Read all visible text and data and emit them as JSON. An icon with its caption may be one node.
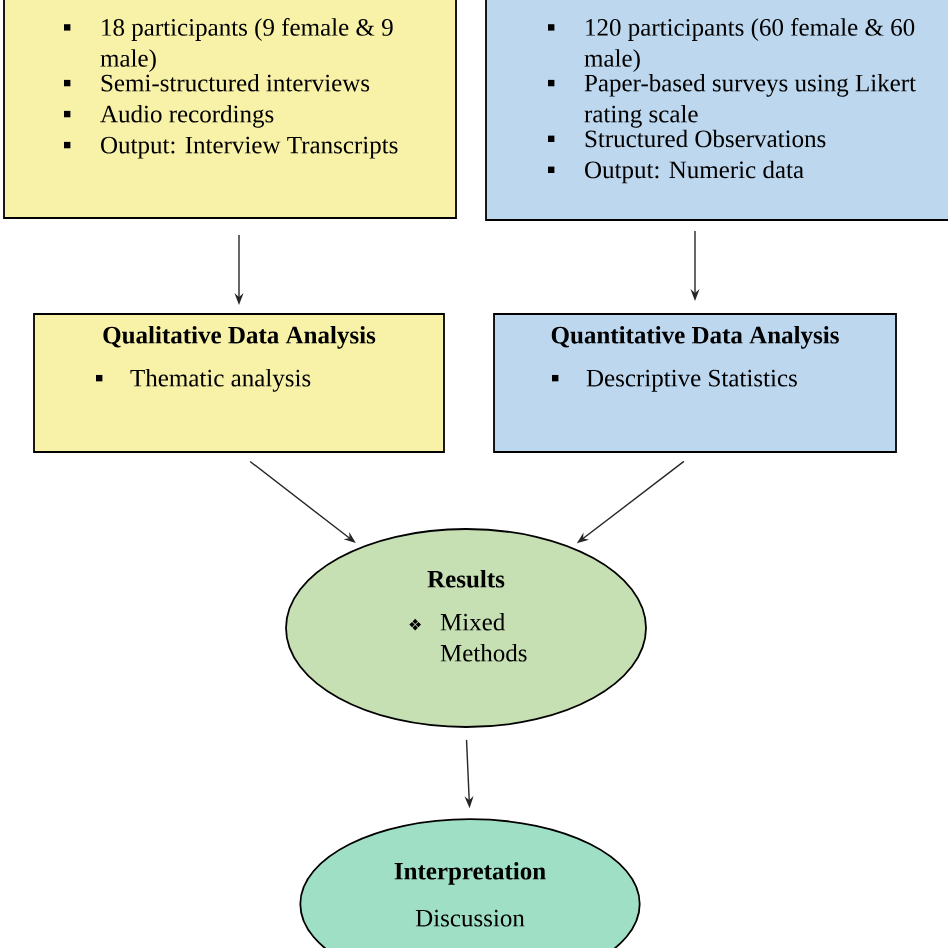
{
  "diagram": {
    "nodes": [
      {
        "text": [
          "18 participants (9 female & 9 male)",
          "Semi-structured interviews",
          "Audio recordings",
          "Output: Interview Transcripts"
        ]
      },
      {
        "text": [
          "120 participants (60 female & 60 male)",
          "Paper-based surveys using Likert rating scale",
          "Structured Observations",
          "Output: Numeric data"
        ]
      },
      {
        "text": [
          "Qualitative Data Analysis",
          "Thematic analysis"
        ]
      },
      {
        "text": [
          "Quantitative Data Analysis",
          "Descriptive Statistics"
        ]
      },
      {
        "text": [
          "Results",
          "❖",
          "Mixed Methods"
        ]
      },
      {
        "text": [
          "Interpretation",
          "Discussion"
        ]
      }
    ],
    "edges": [
      {
        "from": 0,
        "to": 2,
        "arrow": "to"
      },
      {
        "from": 1,
        "to": 3,
        "arrow": "to"
      },
      {
        "from": 2,
        "to": 4,
        "arrow": "to"
      },
      {
        "from": 3,
        "to": 4,
        "arrow": "to"
      },
      {
        "from": 4,
        "to": 5,
        "arrow": "to"
      }
    ]
  }
}
